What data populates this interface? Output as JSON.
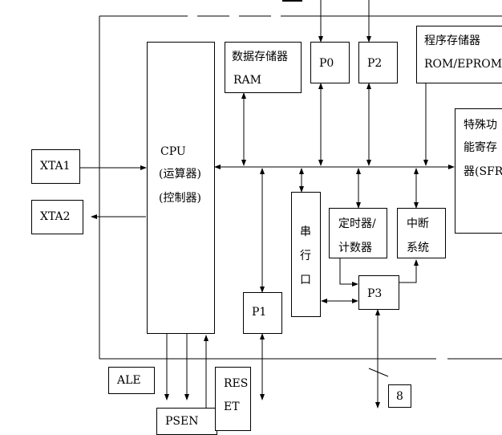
{
  "blocks": {
    "cpu": [
      "CPU",
      "(运算器)",
      "(控制器)"
    ],
    "data_ram": [
      "数据存储器",
      "RAM"
    ],
    "p0": "P0",
    "p2": "P2",
    "rom": [
      "程序存储器",
      "ROM/EPROM"
    ],
    "sfr": [
      "特殊功",
      "能寄存",
      "器(SFR)"
    ],
    "xta1": "XTA1",
    "xta2": "XTA2",
    "serial": [
      "串",
      "行",
      "口"
    ],
    "timer": [
      "定时器/",
      "计数器"
    ],
    "interrupt": [
      "中断",
      "系统"
    ],
    "p3": "P3",
    "p1": "P1",
    "ale": "ALE",
    "psen": "PSEN",
    "reset": [
      "RES",
      "ET"
    ],
    "bus_width": "8"
  }
}
